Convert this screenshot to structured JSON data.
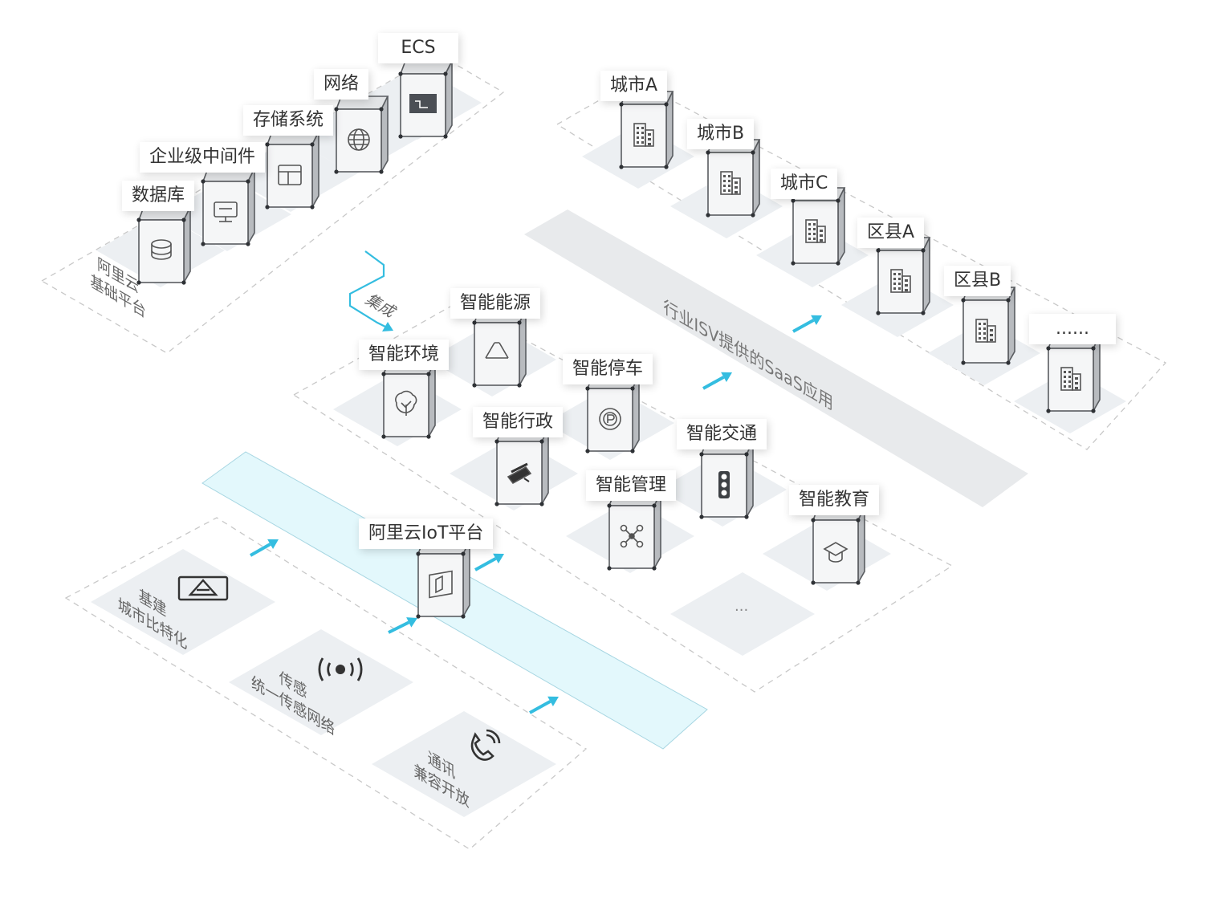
{
  "aliyun_base": {
    "title_lines": [
      "阿里云",
      "基础平台"
    ],
    "ecs": "ECS",
    "network": "网络",
    "storage": "存储系统",
    "middleware": "企业级中间件",
    "database": "数据库"
  },
  "integration_label": "集成",
  "cities": {
    "city_a": "城市A",
    "city_b": "城市B",
    "city_c": "城市C",
    "district_a": "区县A",
    "district_b": "区县B",
    "more": "......"
  },
  "isv_band": "行业ISV提供的SaaS应用",
  "apps": {
    "energy": "智能能源",
    "environment": "智能环境",
    "parking": "智能停车",
    "admin": "智能行政",
    "traffic": "智能交通",
    "management": "智能管理",
    "education": "智能教育",
    "more": "..."
  },
  "iot_platform": "阿里云IoT平台",
  "infrastructure": {
    "infra": {
      "title": "基建",
      "subtitle": "城市比特化"
    },
    "sensing": {
      "title": "传感",
      "subtitle": "统一传感网络"
    },
    "communication": {
      "title": "通讯",
      "subtitle": "兼容开放"
    }
  },
  "colors": {
    "dashed_border": "#c8c8c8",
    "plate": "#eceff2",
    "band": "#e8eaec",
    "iot_band": "#e3f8fc",
    "iot_band_border": "#a7d6e2",
    "arrow": "#34bde0"
  }
}
